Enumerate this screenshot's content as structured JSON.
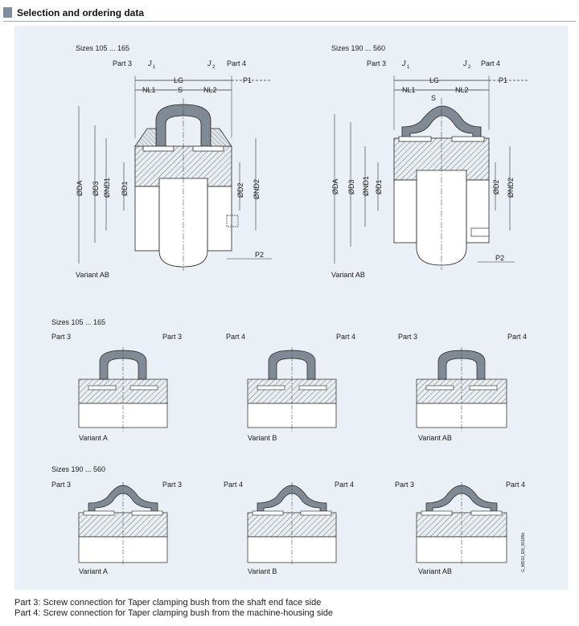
{
  "header": {
    "title": "Selection and ordering data"
  },
  "top_left": {
    "sizes": "Sizes 105 ... 165",
    "part_left": "Part 3",
    "j1": "J",
    "j1_sub": "1",
    "j2": "J",
    "j2_sub": "2",
    "part_right": "Part 4",
    "lg": "LG",
    "nl1": "NL1",
    "s": "S",
    "nl2": "NL2",
    "p1": "P1",
    "da": "ØDA",
    "d3": "ØD3",
    "nd1": "ØND1",
    "d1": "ØD1",
    "d2": "ØD2",
    "nd2": "ØND2",
    "p2": "P2",
    "variant": "Variant AB"
  },
  "top_right": {
    "sizes": "Sizes 190 ... 560",
    "part_left": "Part 3",
    "j1": "J",
    "j1_sub": "1",
    "j2": "J",
    "j2_sub": "2",
    "part_right": "Part 4",
    "lg": "LG",
    "nl1": "NL1",
    "s": "S",
    "nl2": "NL2",
    "p1": "P1",
    "da": "ØDA",
    "d3": "ØD3",
    "nd1": "ØND1",
    "d1": "ØD1",
    "d2": "ØD2",
    "nd2": "ØND2",
    "p2": "P2",
    "variant": "Variant AB"
  },
  "row2": {
    "sizes": "Sizes 105 ... 165",
    "variants": [
      {
        "left": "Part 3",
        "right": "Part 3",
        "name": "Variant A"
      },
      {
        "left": "Part 4",
        "right": "Part 4",
        "name": "Variant B"
      },
      {
        "left": "Part 3",
        "right": "Part 4",
        "name": "Variant AB"
      }
    ]
  },
  "row3": {
    "sizes": "Sizes 190 ... 560",
    "variants": [
      {
        "left": "Part 3",
        "right": "Part 3",
        "name": "Variant A"
      },
      {
        "left": "Part 4",
        "right": "Part 4",
        "name": "Variant B"
      },
      {
        "left": "Part 3",
        "right": "Part 4",
        "name": "Variant AB"
      }
    ]
  },
  "drawing_code": "G_MD10_EN_00185b",
  "notes": {
    "line1": "Part 3: Screw connection for Taper clamping bush from the shaft end face side",
    "line2": "Part 4: Screw connection for Taper clamping bush from the machine-housing side"
  }
}
